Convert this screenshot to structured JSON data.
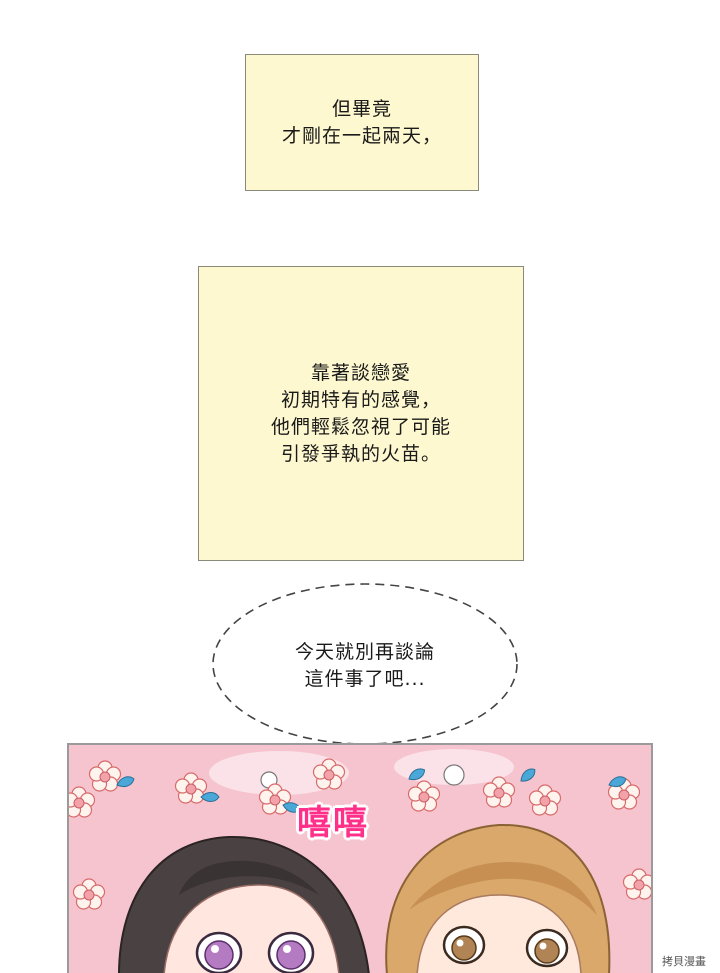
{
  "caption1": {
    "lines": [
      "但畢竟",
      "才剛在一起兩天，"
    ]
  },
  "caption2": {
    "lines": [
      "靠著談戀愛",
      "初期特有的感覺，",
      "他們輕鬆忽視了可能",
      "引發爭執的火苗。"
    ]
  },
  "thought": {
    "lines": [
      "今天就別再談論",
      "這件事了吧..."
    ]
  },
  "panel": {
    "sfx": "嘻嘻"
  },
  "watermark": "拷貝漫畫",
  "colors": {
    "caption_bg": "#fdf8cf",
    "panel_bg": "#f6c4cf",
    "sfx": "#ff2f8a"
  }
}
